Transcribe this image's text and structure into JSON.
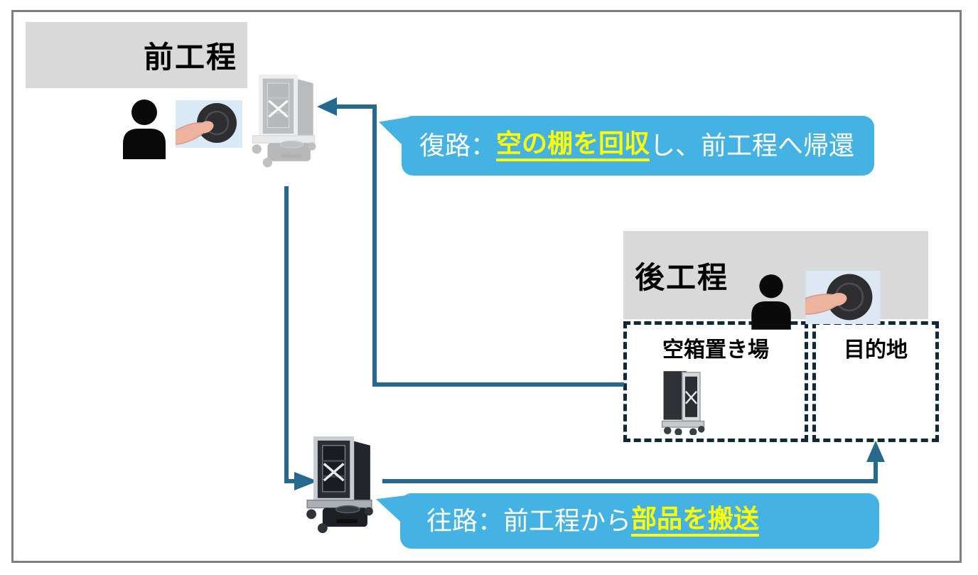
{
  "slide": {
    "type": "process-flow-diagram"
  },
  "colors": {
    "bubble-blue": "#44b2e2",
    "highlight-yellow": "#ffff00",
    "line-dark": "#0e2a38",
    "arrow-teal": "#26698c",
    "box-gray": "#d9d9d9",
    "border-gray": "#7f7f7f",
    "button-bg": "#d9e9f5"
  },
  "stations": {
    "previous": {
      "label": "前工程"
    },
    "next": {
      "label": "後工程"
    }
  },
  "zones": {
    "empty_box": {
      "label": "空箱置き場"
    },
    "destination": {
      "label": "目的地"
    }
  },
  "callouts": {
    "return": {
      "prefix": "復路：",
      "highlight": "空の棚を回収",
      "suffix": "し、前工程へ帰還"
    },
    "outbound": {
      "prefix": "往路：前工程から",
      "highlight": "部品を搬送",
      "suffix": ""
    }
  },
  "icons": {
    "person": "person-icon",
    "call_button": "call-button-photo",
    "amr_robot": "amr-shelf-robot",
    "ghost_robot": "amr-shelf-robot-faded",
    "empty_shelf": "empty-shelf-cart"
  }
}
